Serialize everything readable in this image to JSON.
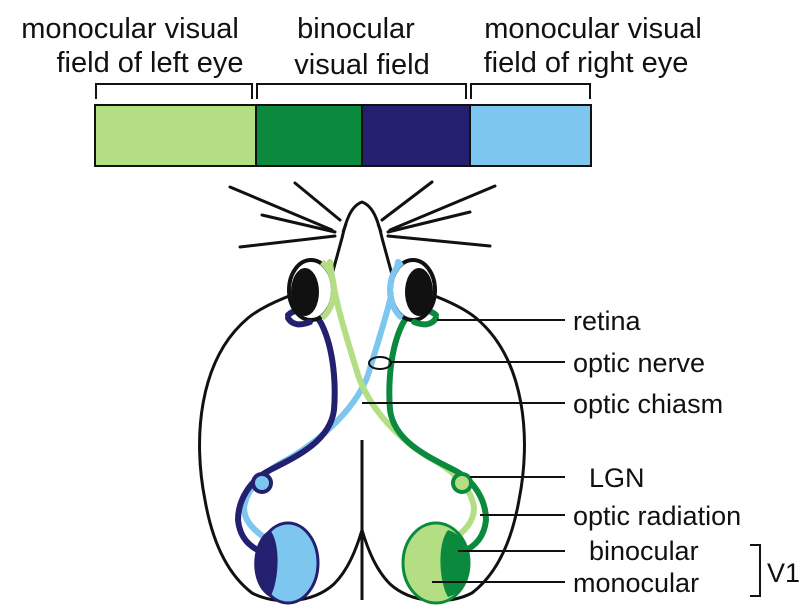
{
  "header": {
    "left_line1": "monocular visual",
    "left_line2": "field of left eye",
    "center_line1": "binocular",
    "center_line2": "visual field",
    "right_line1": "monocular visual",
    "right_line2": "field of right eye"
  },
  "field_bar": {
    "segments": [
      {
        "name": "left-monocular",
        "color": "#b3de84"
      },
      {
        "name": "left-binocular",
        "color": "#0b8a3e"
      },
      {
        "name": "right-binocular",
        "color": "#23206f"
      },
      {
        "name": "right-monocular",
        "color": "#7cc6ef"
      }
    ]
  },
  "labels": {
    "retina": "retina",
    "optic_nerve": "optic nerve",
    "optic_chiasm": "optic chiasm",
    "lgn": "LGN",
    "optic_radiation": "optic radiation",
    "binocular": "binocular",
    "monocular": "monocular",
    "v1": "V1"
  },
  "colors": {
    "light_green": "#b3de84",
    "dark_green": "#0b8a3e",
    "navy": "#23206f",
    "light_blue": "#7cc6ef",
    "outline": "#111111"
  }
}
